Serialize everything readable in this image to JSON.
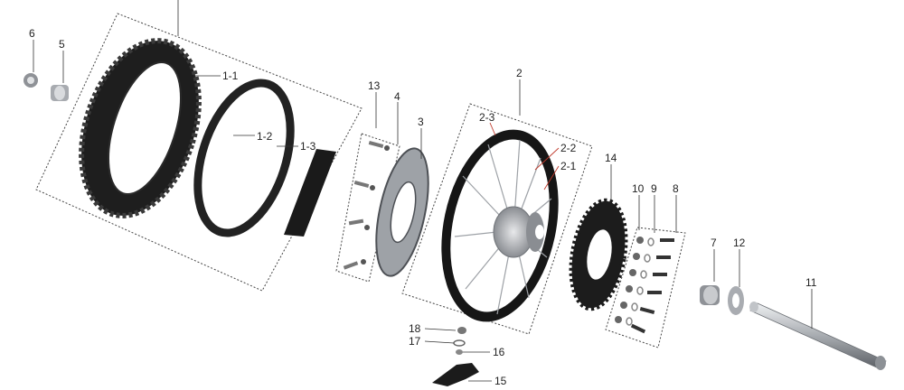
{
  "diagram": {
    "callouts": [
      {
        "id": "c6",
        "text": "6"
      },
      {
        "id": "c5",
        "text": "5"
      },
      {
        "id": "c1",
        "text": ""
      },
      {
        "id": "c1-1",
        "text": "1-1"
      },
      {
        "id": "c1-2",
        "text": "1-2"
      },
      {
        "id": "c1-3",
        "text": "1-3"
      },
      {
        "id": "c13",
        "text": "13"
      },
      {
        "id": "c4",
        "text": "4"
      },
      {
        "id": "c3",
        "text": "3"
      },
      {
        "id": "c2",
        "text": "2"
      },
      {
        "id": "c2-3",
        "text": "2-3"
      },
      {
        "id": "c2-2",
        "text": "2-2"
      },
      {
        "id": "c2-1",
        "text": "2-1"
      },
      {
        "id": "c14",
        "text": "14"
      },
      {
        "id": "c10",
        "text": "10"
      },
      {
        "id": "c9",
        "text": "9"
      },
      {
        "id": "c8",
        "text": "8"
      },
      {
        "id": "c7",
        "text": "7"
      },
      {
        "id": "c12",
        "text": "12"
      },
      {
        "id": "c11",
        "text": "11"
      },
      {
        "id": "c18",
        "text": "18"
      },
      {
        "id": "c17",
        "text": "17"
      },
      {
        "id": "c16",
        "text": "16"
      },
      {
        "id": "c15",
        "text": "15"
      }
    ],
    "colors": {
      "tire": "#1e1e1e",
      "rim": "#151515",
      "metal": "#b9bcc0",
      "metal_dark": "#6f7378",
      "leader_red": "#c0392b",
      "leader": "#333333"
    }
  }
}
